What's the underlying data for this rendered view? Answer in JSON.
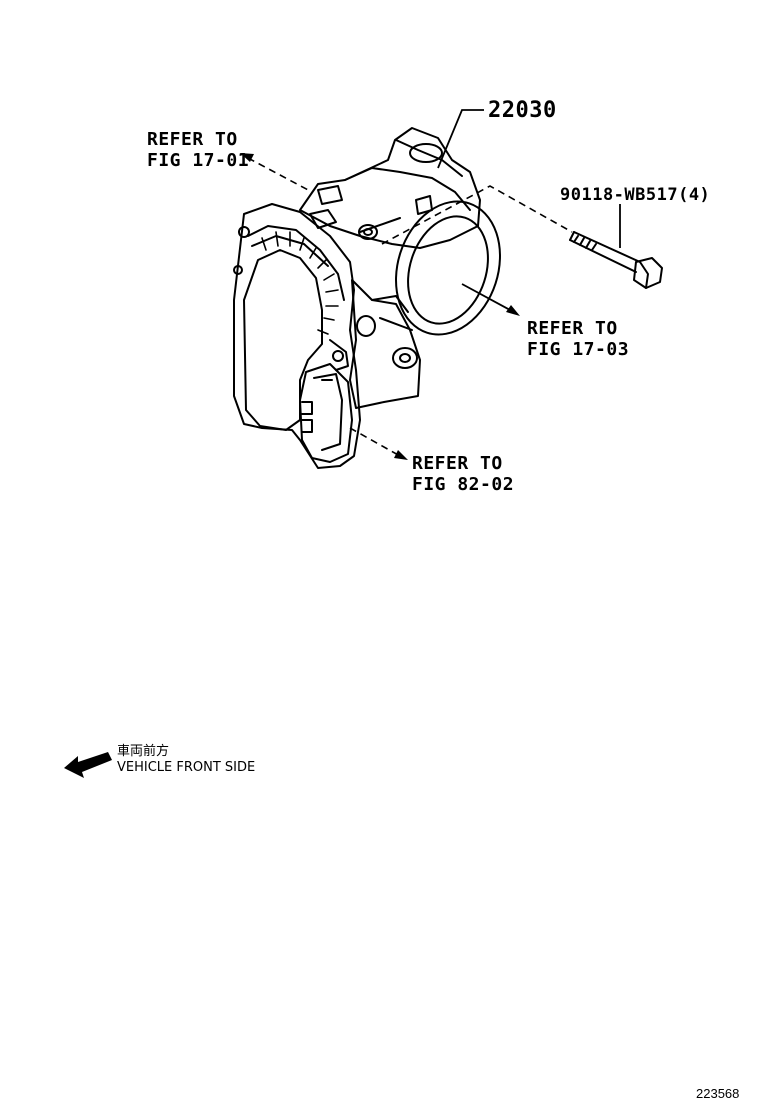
{
  "diagram": {
    "part_number_main": "22030",
    "bolt_part_number": "90118-WB517(4)",
    "references": [
      {
        "line1": "REFER TO",
        "line2": "FIG 17-01"
      },
      {
        "line1": "REFER TO",
        "line2": "FIG 17-03"
      },
      {
        "line1": "REFER TO",
        "line2": "FIG 82-02"
      }
    ],
    "legend": {
      "japanese": "車両前方",
      "english": "VEHICLE FRONT SIDE",
      "icon": "arrow-left-icon"
    },
    "figure_id": "223568"
  }
}
